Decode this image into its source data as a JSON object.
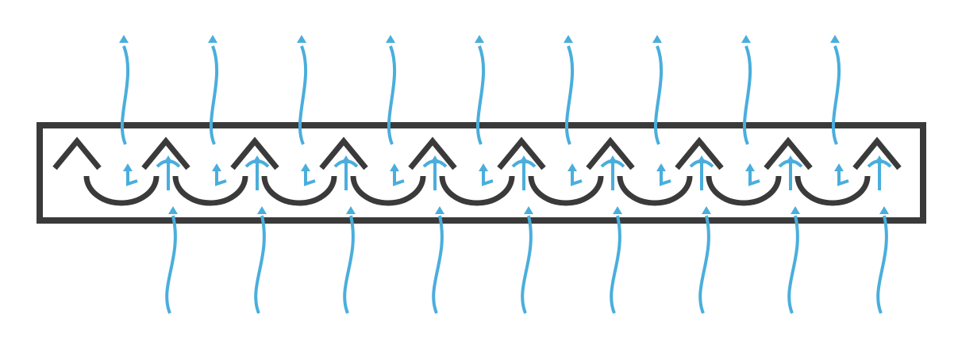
{
  "diagram": {
    "type": "airflow-louver-schematic",
    "louver_count": 10,
    "inlet_flow_count": 9,
    "outlet_flow_count": 9,
    "colors": {
      "frame": "#3a3a3a",
      "flow": "#4aaedc",
      "background": "#ffffff"
    }
  }
}
